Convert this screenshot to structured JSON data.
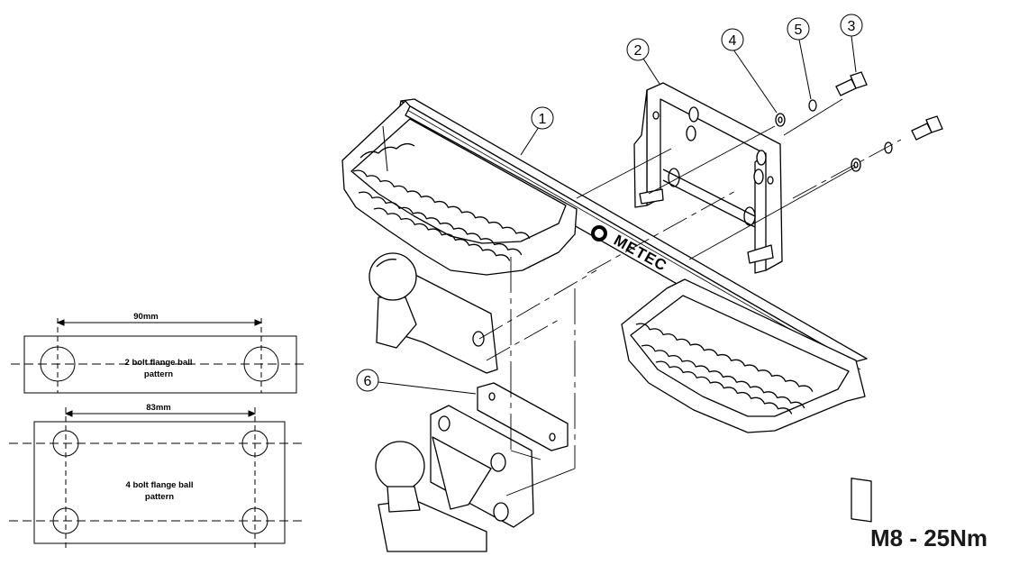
{
  "diagram": {
    "callouts": [
      "1",
      "2",
      "3",
      "4",
      "5",
      "6"
    ],
    "brand_logo": "METEC",
    "torque_spec": "M8 - 25Nm",
    "pattern_2bolt": {
      "dimension": "90mm",
      "label_line1": "2 bolt flange ball",
      "label_line2": "pattern"
    },
    "pattern_4bolt": {
      "dimension": "83mm",
      "label_line1": "4 bolt flange ball",
      "label_line2": "pattern"
    }
  }
}
